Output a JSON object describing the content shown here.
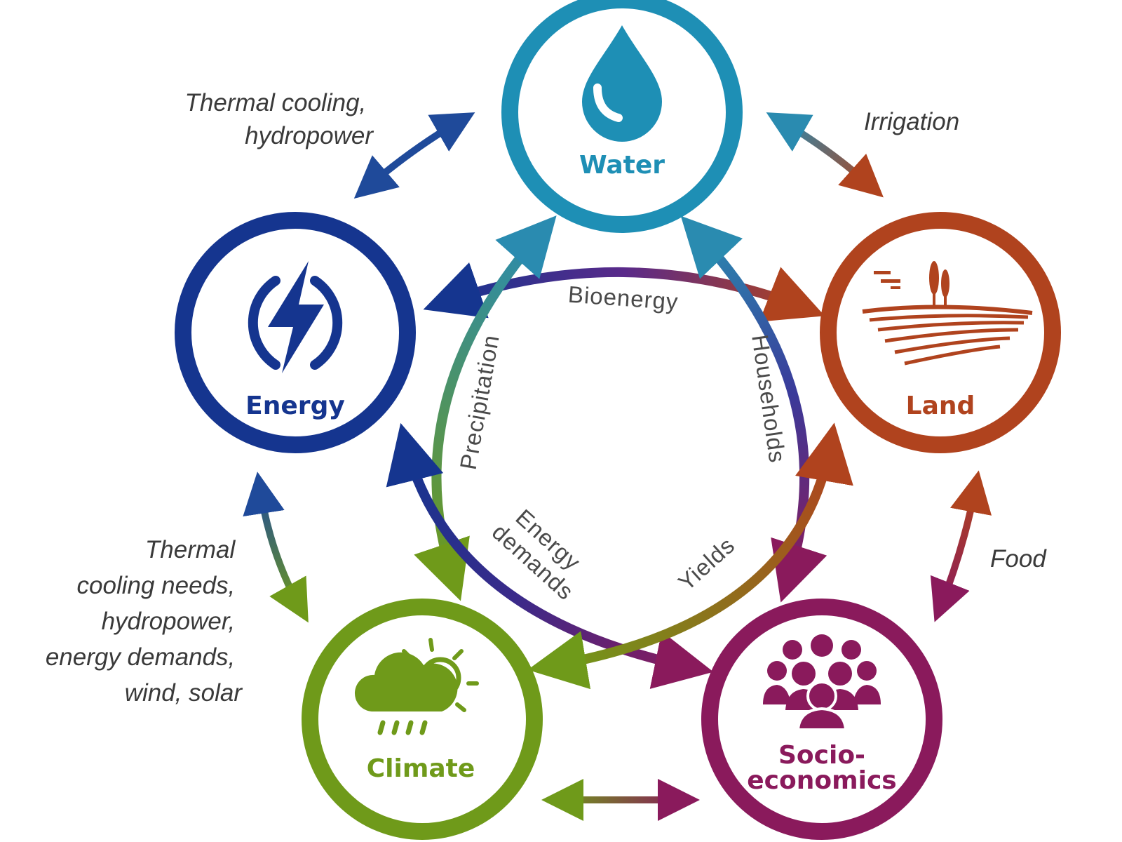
{
  "nodes": {
    "water": {
      "label": "Water",
      "color": "#1e8fb5",
      "icon": "water-drop-icon"
    },
    "energy": {
      "label": "Energy",
      "color": "#15358f",
      "icon": "lightning-power-icon"
    },
    "land": {
      "label": "Land",
      "color": "#b0431e",
      "icon": "farm-field-icon"
    },
    "climate": {
      "label": "Climate",
      "color": "#6f9a1a",
      "icon": "cloud-sun-rain-icon"
    },
    "socio": {
      "label_line1": "Socio-",
      "label_line2": "economics",
      "color": "#8a1a5c",
      "icon": "people-group-icon"
    }
  },
  "outer_links": {
    "water_energy": {
      "line1": "Thermal cooling,",
      "line2": "hydropower"
    },
    "water_land": {
      "line1": "Irrigation"
    },
    "land_socio": {
      "line1": "Food"
    },
    "energy_climate": {
      "line1": "Thermal",
      "line2": "cooling needs,",
      "line3": "hydropower,",
      "line4": "energy demands,",
      "line5": "wind, solar"
    },
    "climate_socio": {}
  },
  "inner_links": {
    "bioenergy": "Bioenergy",
    "precipitation": "Precipitation",
    "households": "Households",
    "energy_demands_line1": "Energy",
    "energy_demands_line2": "demands",
    "yields": "Yields"
  }
}
